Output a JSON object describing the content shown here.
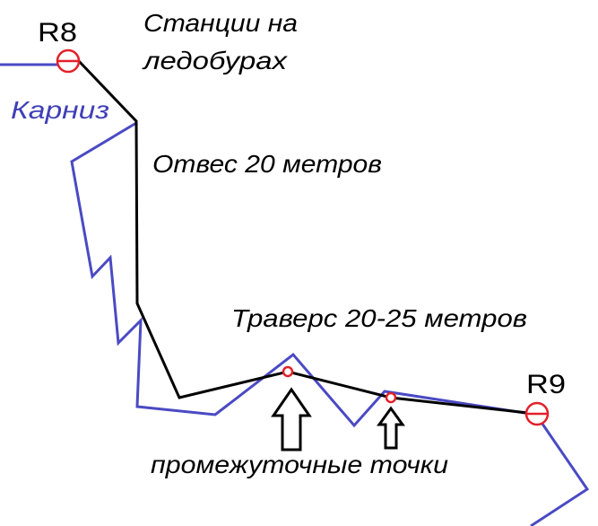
{
  "labels": {
    "r8": "R8",
    "r9": "R9",
    "stations_label": [
      "Станции на",
      "ледобурах"
    ],
    "cornice": "Карниз",
    "vertical": "Отвес 20 метров",
    "traverse": "Траверс 20-25 метров",
    "intermediate": "промежуточные точки"
  },
  "colors": {
    "rock_profile": "#4a4ac4",
    "cornice_text": "#4040b8",
    "anchor": "#e2202a",
    "route": "#000000"
  },
  "icons": {
    "anchor_station": "circle-with-bar-icon",
    "protection_point": "small-circle-icon",
    "pointer": "up-arrow-icon"
  }
}
